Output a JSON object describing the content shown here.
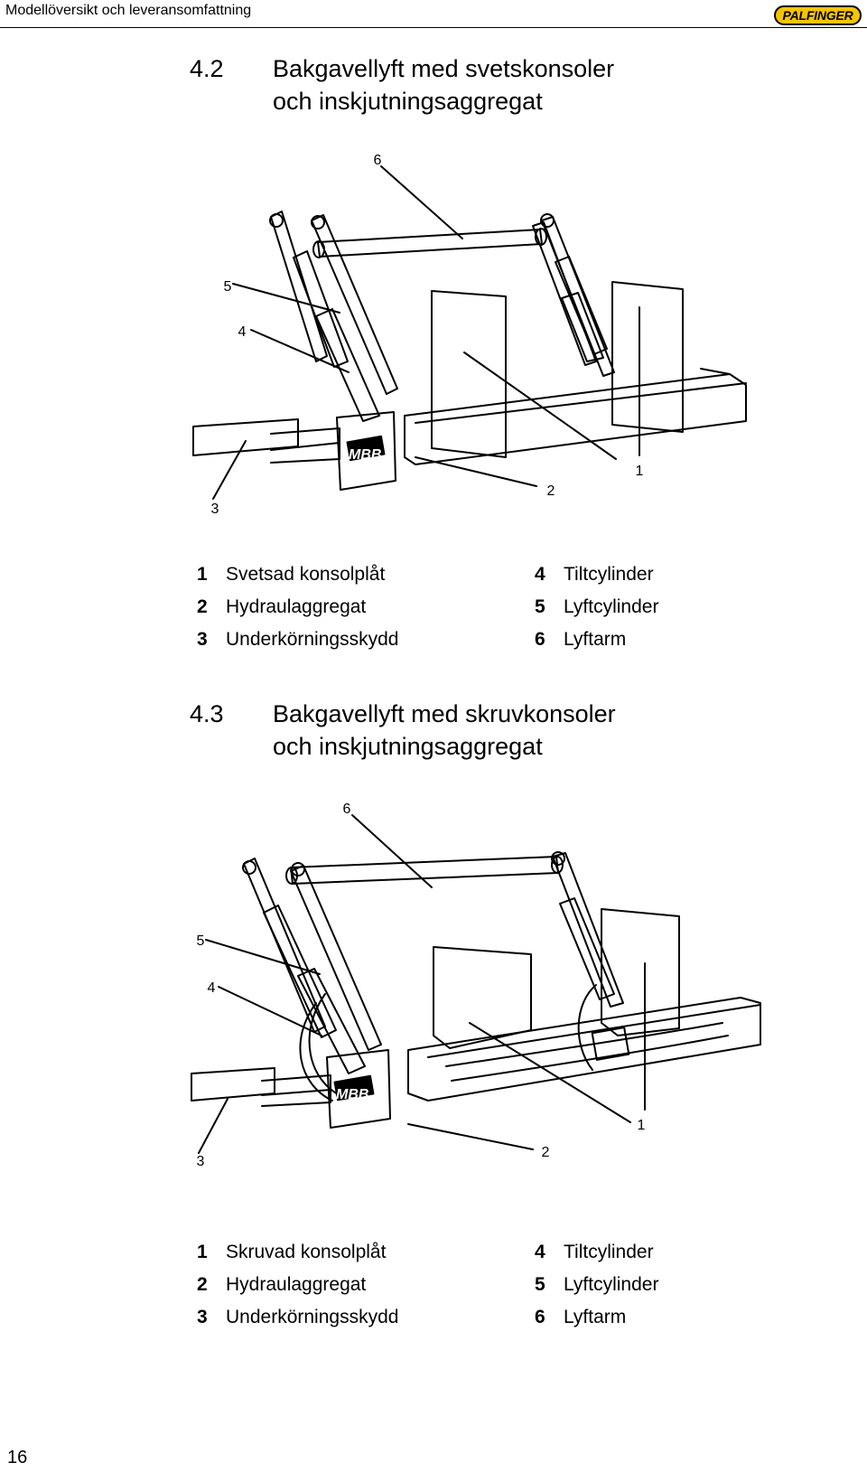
{
  "header": {
    "title": "Modellöversikt och leveransomfattning",
    "logo_text": "PALFINGER",
    "logo_color": "#f5c400"
  },
  "section1": {
    "number": "4.2",
    "title_line1": "Bakgavellyft med svetskonsoler",
    "title_line2": "och inskjutningsaggregat",
    "callouts": [
      "6",
      "5",
      "4",
      "3",
      "2",
      "1"
    ],
    "brand_plate": "MBB",
    "legend": [
      {
        "n": "1",
        "text": "Svetsad konsolplåt"
      },
      {
        "n": "2",
        "text": "Hydraulaggregat"
      },
      {
        "n": "3",
        "text": "Underkörningsskydd"
      },
      {
        "n": "4",
        "text": "Tiltcylinder"
      },
      {
        "n": "5",
        "text": "Lyftcylinder"
      },
      {
        "n": "6",
        "text": "Lyftarm"
      }
    ]
  },
  "section2": {
    "number": "4.3",
    "title_line1": "Bakgavellyft med skruvkonsoler",
    "title_line2": "och inskjutningsaggregat",
    "callouts": [
      "6",
      "5",
      "4",
      "3",
      "2",
      "1"
    ],
    "brand_plate": "MBB",
    "legend": [
      {
        "n": "1",
        "text": "Skruvad konsolplåt"
      },
      {
        "n": "2",
        "text": "Hydraulaggregat"
      },
      {
        "n": "3",
        "text": "Underkörningsskydd"
      },
      {
        "n": "4",
        "text": "Tiltcylinder"
      },
      {
        "n": "5",
        "text": "Lyftcylinder"
      },
      {
        "n": "6",
        "text": "Lyftarm"
      }
    ]
  },
  "page_number": "16"
}
